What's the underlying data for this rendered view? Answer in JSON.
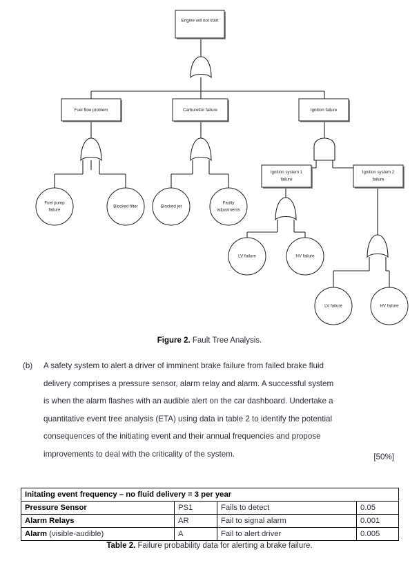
{
  "figure": {
    "caption_label": "Figure 2.",
    "caption_text": " Fault Tree Analysis.",
    "nodes": {
      "top_event": "Engine will not start",
      "fuel_flow": "Fuel flow problem",
      "carburettor": "Carburettor failure",
      "ignition": "Ignition failure",
      "fuel_pump_l1": "Fuel pump",
      "fuel_pump_l2": "failure",
      "blocked_filter": "Blocked filter",
      "blocked_jet": "Blocked jet",
      "faulty_l1": "Faulty",
      "faulty_l2": "adjustments",
      "ign_sys1_l1": "Ignition system 1",
      "ign_sys1_l2": "failure",
      "ign_sys2_l1": "Ignition system 2",
      "ign_sys2_l2": "failure",
      "lv_failure_1": "LV failure",
      "hv_failure_1": "HV failure",
      "lv_failure_2": "LV failure",
      "hv_failure_2": "HV failure"
    },
    "gates": {
      "top": "OR",
      "fuel": "OR",
      "carburettor": "OR",
      "ignition": "AND",
      "ign_sys1": "OR",
      "ign_sys2": "OR"
    }
  },
  "question": {
    "marker": "(b)",
    "lines": [
      "A safety system to alert a driver of imminent brake failure from failed brake fluid",
      "delivery comprises a pressure sensor, alarm relay and alarm. A successful system",
      "is when the alarm flashes with an audible alert on the car dashboard. Undertake a",
      "quantitative event tree analysis (ETA) using data in table 2 to identify the potential",
      "consequences of the initiating event and their annual frequencies and propose",
      "improvements to deal with the criticality of the system."
    ],
    "marks": "[50%]"
  },
  "table2": {
    "header": "Initating event frequency – no fluid delivery = 3 per year",
    "rows": [
      {
        "name": "Pressure Sensor",
        "name_extra": "",
        "code": "PS1",
        "description": "Fails to detect",
        "value": "0.05"
      },
      {
        "name": "Alarm Relays",
        "name_extra": "",
        "code": "AR",
        "description": "Fail to signal alarm",
        "value": "0.001"
      },
      {
        "name": "Alarm",
        "name_extra": " (visible-audible)",
        "code": "A",
        "description": "Fail to alert driver",
        "value": "0.005"
      }
    ],
    "caption_label": "Table 2.",
    "caption_text": " Failure probability data for alerting a brake failure."
  }
}
